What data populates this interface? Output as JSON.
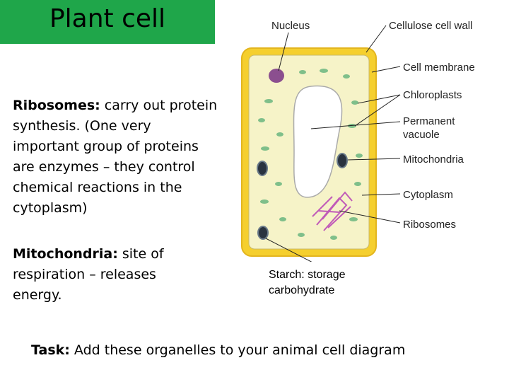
{
  "header": {
    "title": "Plant cell"
  },
  "notes": {
    "ribosomes_term": "Ribosomes:",
    "ribosomes_text": " carry out protein synthesis. (One very important group of proteins are enzymes – they control chemical reactions in the cytoplasm)",
    "mitochondria_term": "Mitochondria:",
    "mitochondria_text": " site of respiration – releases energy."
  },
  "diagram": {
    "labels": {
      "nucleus": "Nucleus",
      "cell_wall": "Cellulose cell wall",
      "membrane": "Cell membrane",
      "chloroplasts": "Chloroplasts",
      "vacuole_1": "Permanent",
      "vacuole_2": "vacuole",
      "mitochondria": "Mitochondria",
      "cytoplasm": "Cytoplasm",
      "ribosomes": "Ribosomes"
    },
    "starch_note": "Starch: storage carbohydrate",
    "colors": {
      "cell_wall": "#f5cf2e",
      "cytoplasm": "#f6f3c8",
      "nucleus": "#8b4f8f",
      "chloroplast": "#7fbf8a",
      "mitochondria": "#2a3340",
      "ribosomes": "#c05ab8"
    }
  },
  "task": {
    "term": "Task:",
    "text": " Add these organelles to your animal cell diagram"
  }
}
